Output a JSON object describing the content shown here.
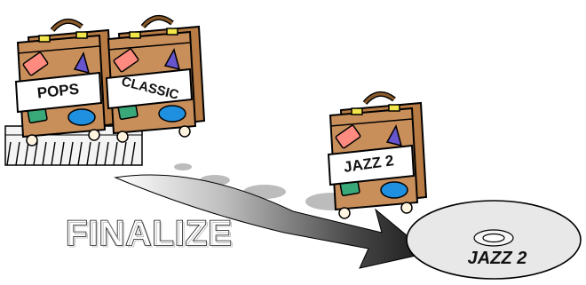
{
  "suitcases": [
    {
      "id": "pops",
      "label": "POPS"
    },
    {
      "id": "classic",
      "label": "CLASSIC"
    },
    {
      "id": "jazz2",
      "label": "JAZZ 2"
    }
  ],
  "action_label": "FINALIZE",
  "disc_label": "JAZZ 2",
  "colors": {
    "suitcase_body": "#c98f5b",
    "suitcase_edge": "#000000",
    "label_bg": "#ffffff",
    "sticker_pink": "#ff8a80",
    "sticker_blue": "#1f8fe0",
    "sticker_purple": "#6655cc",
    "sticker_green": "#3aa97a",
    "sticker_yellow": "#f2e64a",
    "disc_fill": "#e8e8e8",
    "arrow_dark": "#202020"
  }
}
